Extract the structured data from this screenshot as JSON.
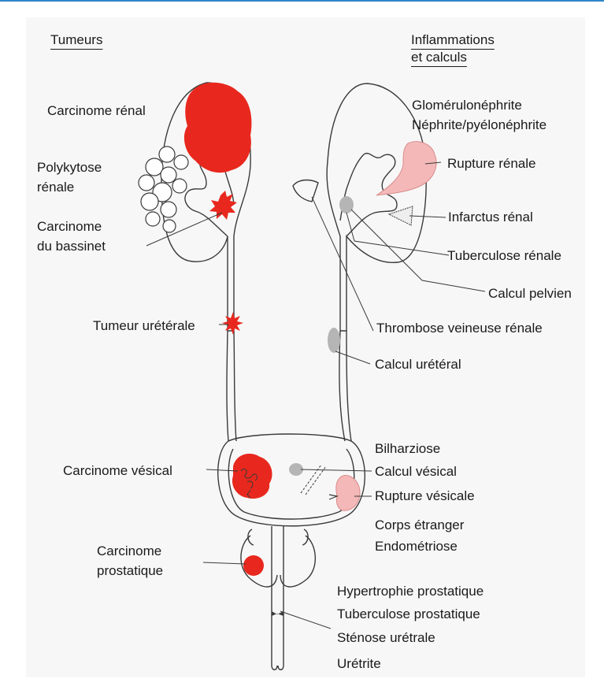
{
  "header_left": "Tumeurs",
  "header_right": [
    "Inflammations",
    "et calculs"
  ],
  "left_labels": {
    "carcinome_renal": "Carcinome rénal",
    "polykytose": [
      "Polykytose",
      "rénale"
    ],
    "carcinome_bassinet": [
      "Carcinome",
      "du bassinet"
    ],
    "tumeur_ureterale": "Tumeur urétérale",
    "carcinome_vesical": "Carcinome vésical",
    "carcinome_prostatique": [
      "Carcinome",
      "prostatique"
    ]
  },
  "right_labels": {
    "glomerulonephrite": "Glomérulonéphrite",
    "nephrite": "Néphrite/pyélonéphrite",
    "rupture_renale": "Rupture rénale",
    "infarctus_renal": "Infarctus rénal",
    "tuberculose_renale": "Tuberculose rénale",
    "calcul_pelvien": "Calcul pelvien",
    "thrombose": "Thrombose veineuse rénale",
    "calcul_ureteral": "Calcul urétéral",
    "bilharziose": "Bilharziose",
    "calcul_vesical": "Calcul vésical",
    "rupture_vesicale": "Rupture vésicale",
    "corps_etranger": "Corps étranger",
    "endometriose": "Endométriose",
    "hypertrophie": "Hypertrophie prostatique",
    "tuberculose_prostatique": "Tuberculose prostatique",
    "stenose": "Sténose urétrale",
    "uretrite": "Urétrite"
  },
  "colors": {
    "tumor_red": "#e8281e",
    "pink": "#f4b8b8",
    "stone_gray": "#b5b5b5",
    "line": "#3a3a3a",
    "accent": "#2f86c8"
  }
}
